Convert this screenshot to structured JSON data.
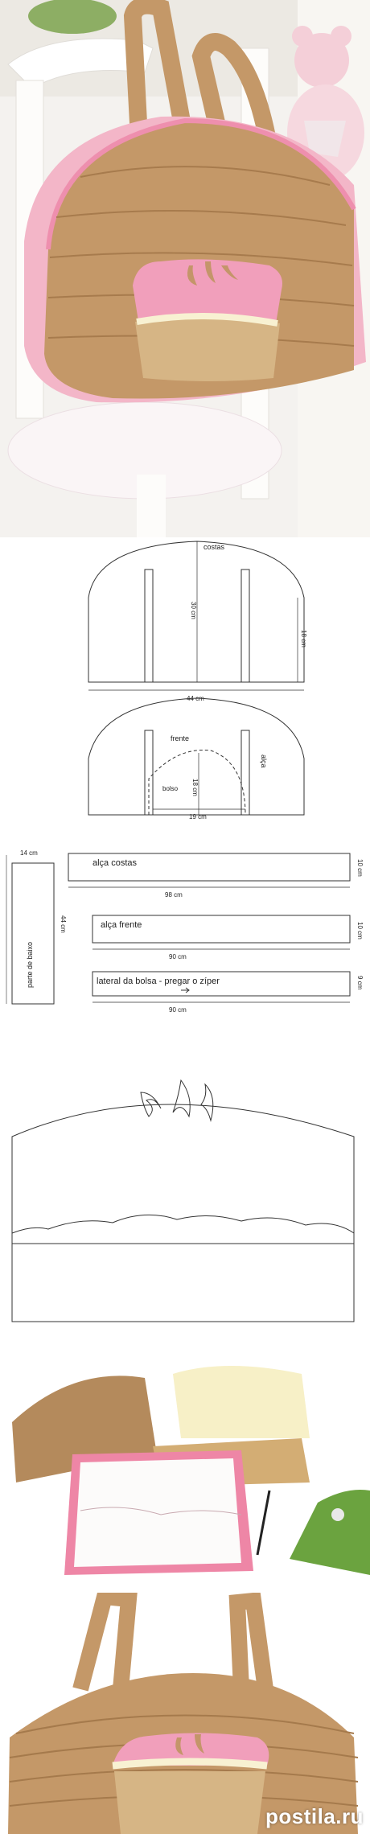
{
  "pattern": {
    "costas": {
      "label": "costas",
      "width": "44 cm",
      "height": "30 cm",
      "side": "18 cm"
    },
    "frente": {
      "label": "frente",
      "strap": "alça",
      "pocket": "bolso",
      "pocket_height": "18 cm",
      "pocket_width": "19 cm"
    },
    "alca_costas": {
      "label": "alça costas",
      "width": "98 cm",
      "height": "10 cm"
    },
    "alca_frente": {
      "label": "alça frente",
      "width": "90 cm",
      "height": "10 cm"
    },
    "lateral": {
      "label": "lateral da bolsa - pregar o zíper",
      "width": "90 cm",
      "height": "9 cm"
    },
    "parte_baixo": {
      "label": "parte de baixo",
      "width": "14 cm",
      "height": "44 cm"
    }
  },
  "watermark": "postila.ru",
  "colors": {
    "tan": "#c49868",
    "pink": "#f1a4bd",
    "cream": "#f6f0c8",
    "dark_tan": "#a57a4c"
  }
}
